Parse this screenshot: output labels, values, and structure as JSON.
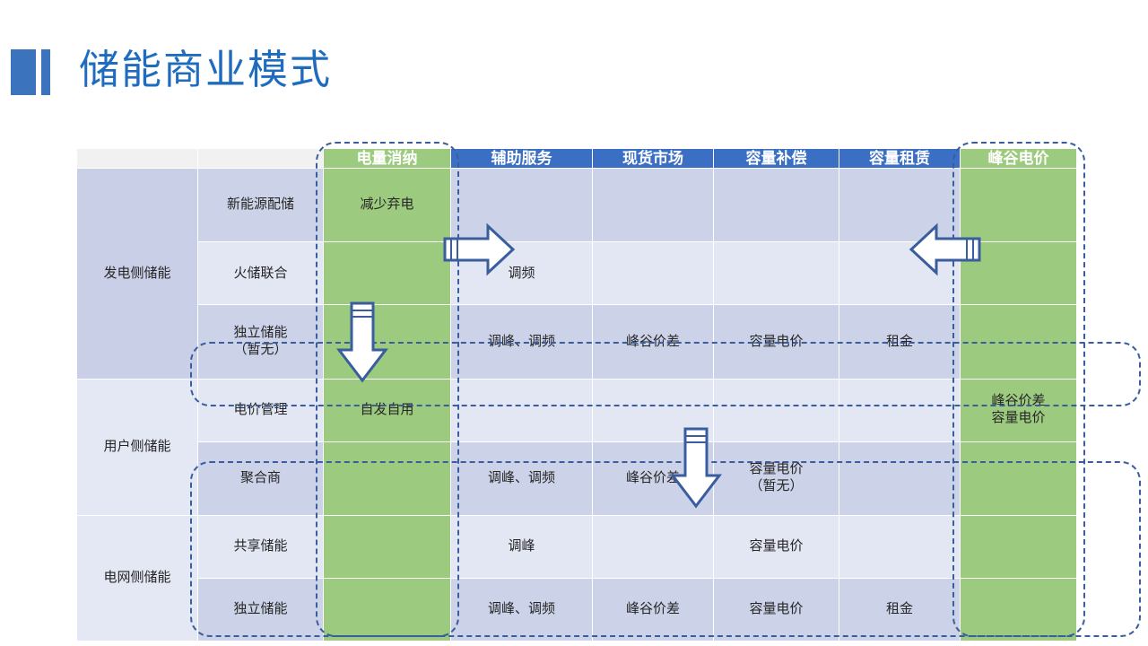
{
  "slide": {
    "title": "储能商业模式",
    "accent_blue": "#3b73bd",
    "title_color": "#1f6cbf"
  },
  "table": {
    "headers": [
      {
        "label": "",
        "style": "blank"
      },
      {
        "label": "",
        "style": "blank"
      },
      {
        "label": "电量消纳",
        "style": "green"
      },
      {
        "label": "辅助服务",
        "style": "blue"
      },
      {
        "label": "现货市场",
        "style": "blue"
      },
      {
        "label": "容量补偿",
        "style": "blue"
      },
      {
        "label": "容量租赁",
        "style": "blue"
      },
      {
        "label": "峰谷电价",
        "style": "green"
      }
    ],
    "groups": [
      {
        "label": "发电侧储能",
        "rows": 3
      },
      {
        "label": "用户侧储能",
        "rows": 2
      },
      {
        "label": "电网侧储能",
        "rows": 2
      }
    ],
    "rows": [
      {
        "subcategory": "新能源配储",
        "cells": [
          "减少弃电",
          "",
          "",
          "",
          "",
          ""
        ]
      },
      {
        "subcategory": "火储联合",
        "cells": [
          "",
          "调频",
          "",
          "",
          "",
          ""
        ]
      },
      {
        "subcategory": "独立储能\n（暂无）",
        "cells": [
          "",
          "调峰、调频",
          "峰谷价差",
          "容量电价",
          "租金",
          ""
        ]
      },
      {
        "subcategory": "电价管理",
        "cells": [
          "自发自用",
          "",
          "",
          "",
          "",
          "峰谷价差\n容量电价"
        ]
      },
      {
        "subcategory": "聚合商",
        "cells": [
          "",
          "调峰、调频",
          "峰谷价差",
          "容量电价\n（暂无）",
          "",
          ""
        ]
      },
      {
        "subcategory": "共享储能",
        "cells": [
          "",
          "调峰",
          "",
          "容量电价",
          "",
          ""
        ]
      },
      {
        "subcategory": "独立储能",
        "cells": [
          "",
          "调峰、调频",
          "峰谷价差",
          "容量电价",
          "租金",
          ""
        ]
      }
    ]
  },
  "annotations": {
    "dashed_boxes": [
      {
        "name": "电量消纳列高亮",
        "color": "#3a5d9e"
      },
      {
        "name": "峰谷电价列高亮",
        "color": "#3a5d9e"
      },
      {
        "name": "独立储能（暂无）行高亮",
        "color": "#3a5d9e"
      },
      {
        "name": "聚合商至独立储能行高亮",
        "color": "#3a5d9e"
      }
    ],
    "arrows": [
      {
        "name": "向右箭头",
        "direction": "right"
      },
      {
        "name": "向左箭头",
        "direction": "left"
      },
      {
        "name": "向下箭头",
        "direction": "down"
      },
      {
        "name": "向下箭头",
        "direction": "down"
      }
    ],
    "arrow_outline": "#3a5d9e",
    "arrow_fill": "#ffffff"
  }
}
